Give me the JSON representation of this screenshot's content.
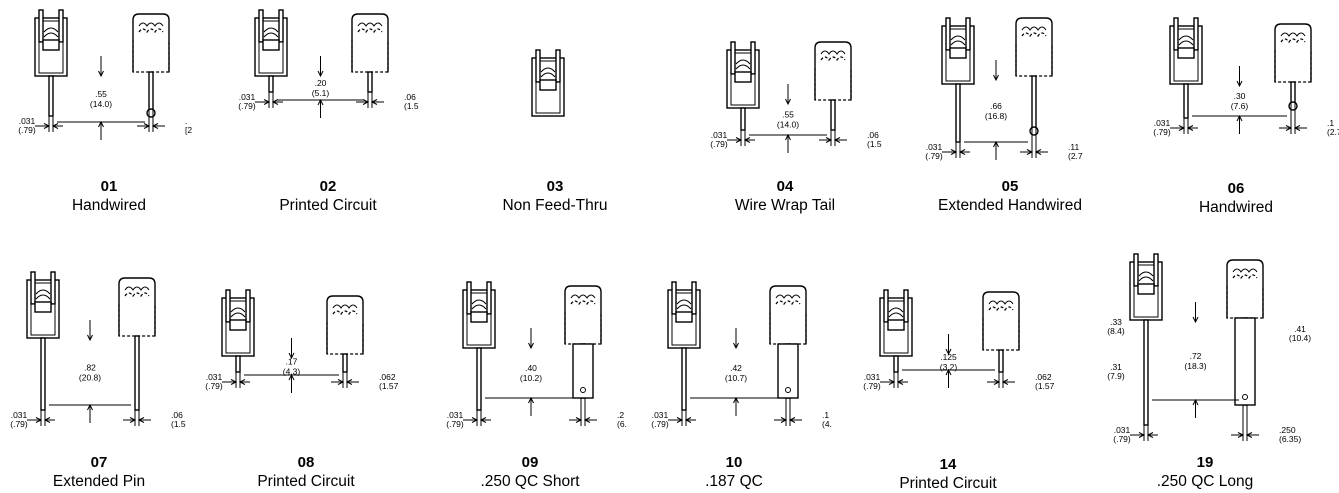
{
  "items": [
    {
      "code": "01",
      "name": "Handwired",
      "dims": [
        ".55",
        "(14.0)",
        ".031",
        "(.79)",
        ".",
        "[2"
      ]
    },
    {
      "code": "02",
      "name": "Printed Circuit",
      "dims": [
        ".20",
        "(5.1)",
        ".031",
        "(.79)",
        ".06",
        "(1.5"
      ]
    },
    {
      "code": "03",
      "name": "Non Feed-Thru",
      "dims": []
    },
    {
      "code": "04",
      "name": "Wire Wrap Tail",
      "dims": [
        ".55",
        "(14.0)",
        ".031",
        "(.79)",
        ".06",
        "(1.5"
      ]
    },
    {
      "code": "05",
      "name": "Extended Handwired",
      "dims": [
        ".66",
        "(16.8)",
        ".031",
        "(.79)",
        ".11",
        "(2.7"
      ]
    },
    {
      "code": "06",
      "name": "Handwired",
      "dims": [
        ".30",
        "(7.6)",
        ".031",
        "(.79)",
        ".1",
        "(2.7"
      ]
    },
    {
      "code": "07",
      "name": "Extended Pin",
      "dims": [
        ".82",
        "(20.8)",
        ".031",
        "(.79)",
        ".06",
        "(1.5"
      ]
    },
    {
      "code": "08",
      "name": "Printed Circuit",
      "dims": [
        ".17",
        "(4.3)",
        ".031",
        "(.79)",
        ".062",
        "(1.57"
      ]
    },
    {
      "code": "09",
      "name": ".250 QC Short",
      "dims": [
        ".40",
        "(10.2)",
        ".031",
        "(.79)",
        ".2",
        "(6."
      ]
    },
    {
      "code": "10",
      "name": ".187 QC",
      "dims": [
        ".42",
        "(10.7)",
        ".031",
        "(.79)",
        ".1",
        "(4."
      ]
    },
    {
      "code": "14",
      "name": "Printed Circuit",
      "dims": [
        ".125",
        "(3.2)",
        ".031",
        "(.79)",
        ".062",
        "(1.57"
      ]
    },
    {
      "code": "19",
      "name": ".250 QC Long",
      "dims": [
        ".72",
        "(18.3)",
        ".31",
        "(7.9)",
        ".031",
        "(.79)",
        ".250",
        "(6.35)",
        ".33",
        "(8.4)",
        ".41",
        "(10.4)"
      ]
    }
  ]
}
